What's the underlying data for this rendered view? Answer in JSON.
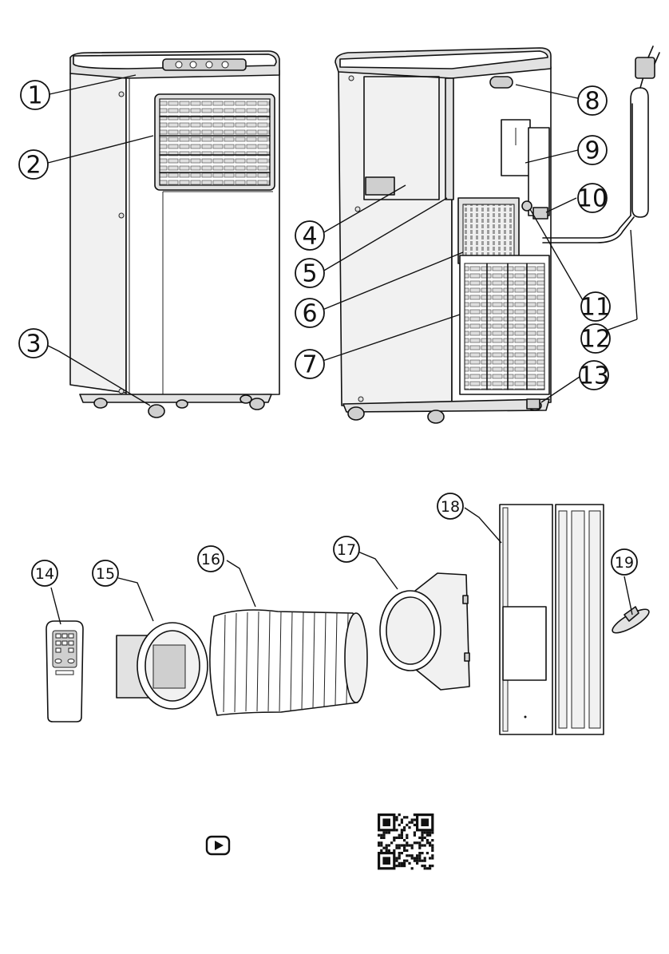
{
  "labels": {
    "l1": "1",
    "l2": "2",
    "l3": "3",
    "l4": "4",
    "l5": "5",
    "l6": "6",
    "l7": "7",
    "l8": "8",
    "l9": "9",
    "l10": "10",
    "l11": "11",
    "l12": "12",
    "l13": "13",
    "l14": "14",
    "l15": "15",
    "l16": "16",
    "l17": "17",
    "l18": "18",
    "l19": "19"
  },
  "icons": {
    "video": "play-button-icon",
    "qr": "qr-code-icon"
  }
}
